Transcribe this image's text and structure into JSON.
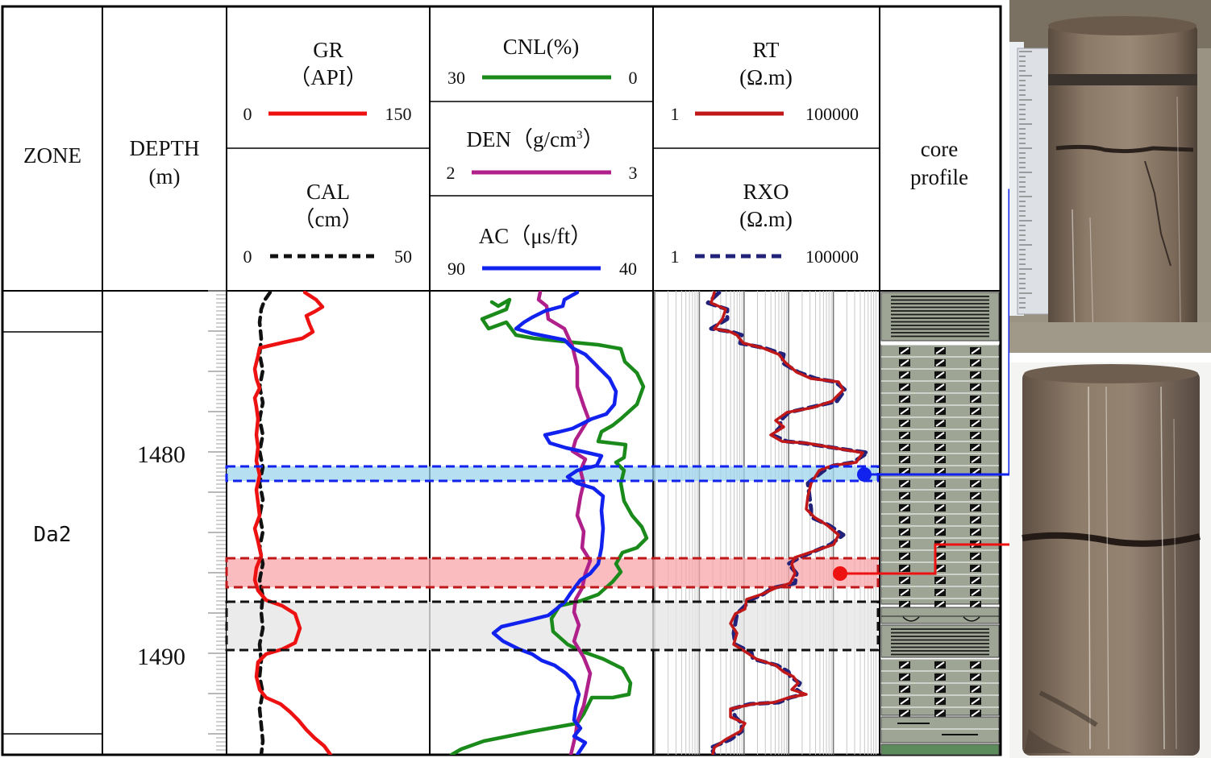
{
  "headers": {
    "zone": "ZONE",
    "depth_title": "DEPTH",
    "depth_unit": "(m)",
    "gr_title": "GR",
    "gr_unit": "（API）",
    "gr_min": "0",
    "gr_max": "150",
    "cal_title": "CAL",
    "cal_unit": "（cm）",
    "cal_min": "0",
    "cal_max": "50",
    "cnl_title": "CNL(%)",
    "cnl_min": "30",
    "cnl_max": "0",
    "den_title": "DEN（g/cm",
    "den_sup": "3",
    "den_close": "）",
    "den_min": "2",
    "den_max": "3",
    "ac_title": "AC（μs/ft）",
    "ac_min": "90",
    "ac_max": "40",
    "rt_title": "RT",
    "rt_unit": "(Ω.m)",
    "rt_min": "1",
    "rt_max": "100000",
    "rxo_title": "RXO",
    "rxo_unit": "(Ω.m)",
    "rxo_min": "1",
    "rxo_max": "100000",
    "core_1": "core",
    "core_2": "profile"
  },
  "zone_name": "Da2",
  "depth_labels": [
    "1480",
    "1490"
  ],
  "colors": {
    "gr": "#ee1111",
    "cal": "#111111",
    "cnl": "#1a8a1a",
    "den": "#b0208a",
    "ac": "#1122ee",
    "rt": "#c01818",
    "rxo": "#22227a",
    "blue_band": "#9fd4ee",
    "red_band": "#f8a6aa",
    "gray_band": "#e6e6e6",
    "lith_gray": "#9ea595",
    "core_rock": "#8b7864"
  },
  "icons": [
    "legend-line-gr",
    "legend-line-cal",
    "legend-line-cnl",
    "legend-line-den",
    "legend-line-ac",
    "legend-line-rt",
    "legend-line-rxo"
  ]
}
